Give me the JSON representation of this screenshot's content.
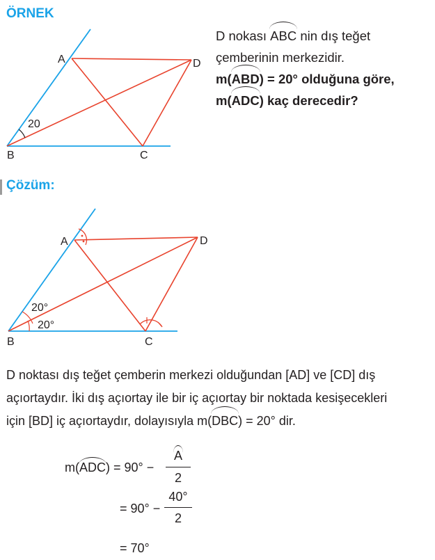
{
  "example_heading": "ÖRNEK",
  "solution_heading": "Çözüm:",
  "question": {
    "line1_pre": "D nokası ",
    "line1_arc": "ABC",
    "line1_post": " nin dış teğet",
    "line2": "çemberinin merkezidir.",
    "line3_pre": "m(",
    "line3_arc": "ABD",
    "line3_post": ") = 20° olduğuna göre,",
    "line4_pre": "m(",
    "line4_arc": "ADC",
    "line4_post": ") kaç derecedir?"
  },
  "figure1": {
    "label_a": "A",
    "label_b": "B",
    "label_c": "C",
    "label_d": "D",
    "angle": "20"
  },
  "figure2": {
    "label_a": "A",
    "label_b": "B",
    "label_c": "C",
    "label_d": "D",
    "angle_upper": "20°",
    "angle_lower": "20°"
  },
  "solution_text": {
    "line1": "D noktası dış teğet çemberin merkezi olduğundan [AD] ve [CD] dış",
    "line2": "açıortaydır. İki dış açıortay ile bir iç açıortay bir noktada kesişecekleri",
    "line3_pre": "için [BD] iç açıortaydır, dolayısıyla m(",
    "line3_arc": "DBC",
    "line3_post": ") = 20° dir."
  },
  "equation": {
    "lhs_pre": "m(",
    "lhs_arc": "ADC",
    "lhs_post": ") = 90° −",
    "frac1_num": "A",
    "frac1_den": "2",
    "step2": "= 90° −",
    "frac2_num": "40°",
    "frac2_den": "2",
    "result": "= 70°"
  },
  "colors": {
    "heading": "#1aa3e8",
    "line_blue": "#1aa3e8",
    "line_red": "#e8432d",
    "text": "#231f20"
  }
}
